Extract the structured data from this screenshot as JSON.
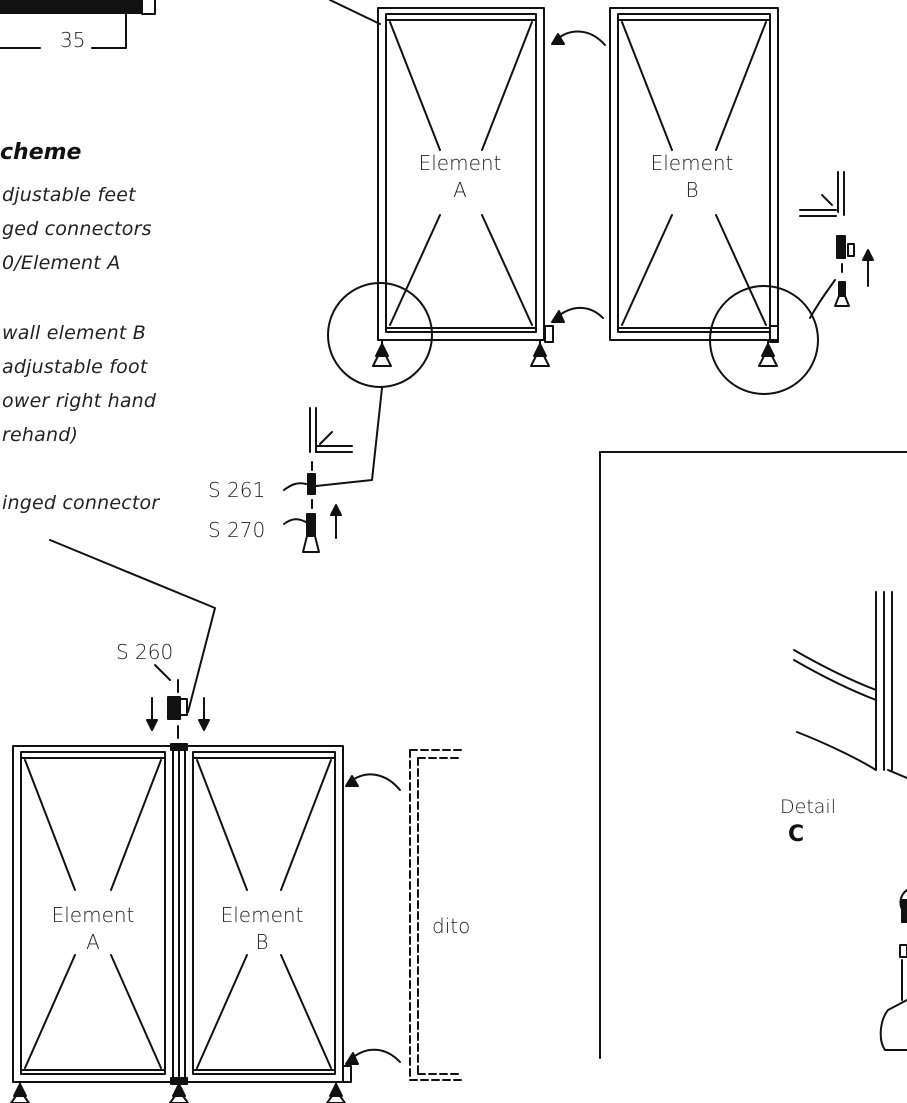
{
  "header": {
    "page_number": "35"
  },
  "instructions": {
    "heading": "cheme",
    "lines": [
      "djustable feet",
      "ged connectors",
      "0/Element A",
      "wall element B",
      "adjustable foot",
      "ower right hand",
      "rehand)",
      "inged connector"
    ]
  },
  "diagram": {
    "top": {
      "element_a": {
        "name": "Element",
        "letter": "A"
      },
      "element_b": {
        "name": "Element",
        "letter": "B"
      },
      "part_s261": "S 261",
      "part_s270": "S 270"
    },
    "bottom": {
      "element_a": {
        "name": "Element",
        "letter": "A"
      },
      "element_b": {
        "name": "Element",
        "letter": "B"
      },
      "part_s260": "S 260",
      "dito_label": "dito"
    },
    "detail": {
      "label": "Detail",
      "letter": "C"
    }
  }
}
